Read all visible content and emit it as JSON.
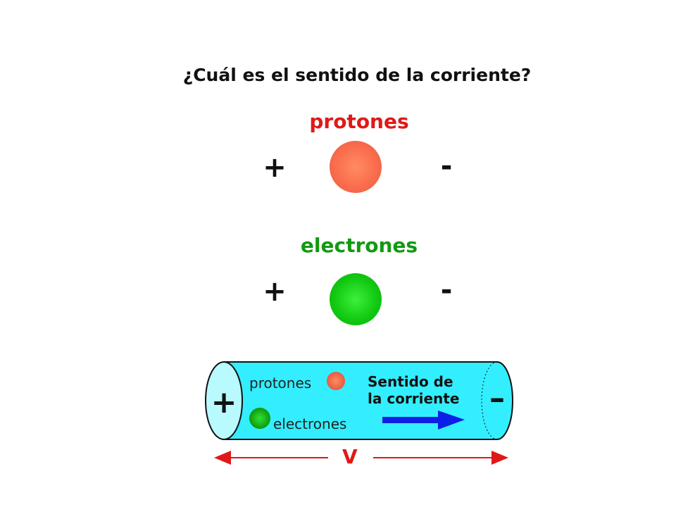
{
  "title": "¿Cuál es el sentido de la corriente?",
  "protons": {
    "label": "protones",
    "plus": "+",
    "minus": "-",
    "color": "#e01818"
  },
  "electrons": {
    "label": "electrones",
    "plus": "+",
    "minus": "-",
    "color": "#129912"
  },
  "tube": {
    "color": "#33eeff",
    "plus": "+",
    "minus": "–",
    "protons_label": "protones",
    "electrons_label": "electrones",
    "direction_line1": "Sentido de",
    "direction_line2": "la corriente",
    "voltage_label": "V"
  }
}
